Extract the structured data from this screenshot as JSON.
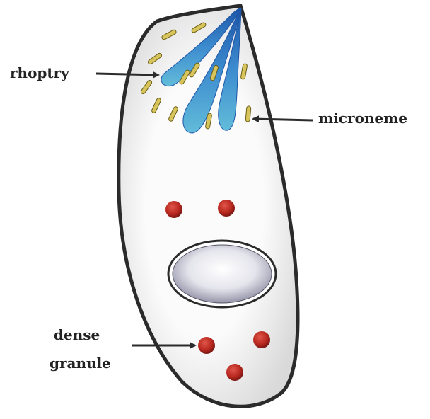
{
  "labels": {
    "rhoptry": "rhoptry",
    "microneme": "microneme",
    "dense_granule_line1": "dense",
    "dense_granule_line2": "granule"
  },
  "colors": {
    "membrane": "#2b2b2b",
    "cytoplasm_light": "#fbfbfb",
    "cytoplasm_dark": "#dcdcdc",
    "rhoptry_dark": "#1f5fb3",
    "rhoptry_light": "#5fb8d8",
    "microneme": "#c9b64a",
    "dense_granule": "#c0322a",
    "nucleus_light": "#ffffff",
    "nucleus_dark": "#8d8ba6",
    "arrow": "#2b2b2b"
  }
}
